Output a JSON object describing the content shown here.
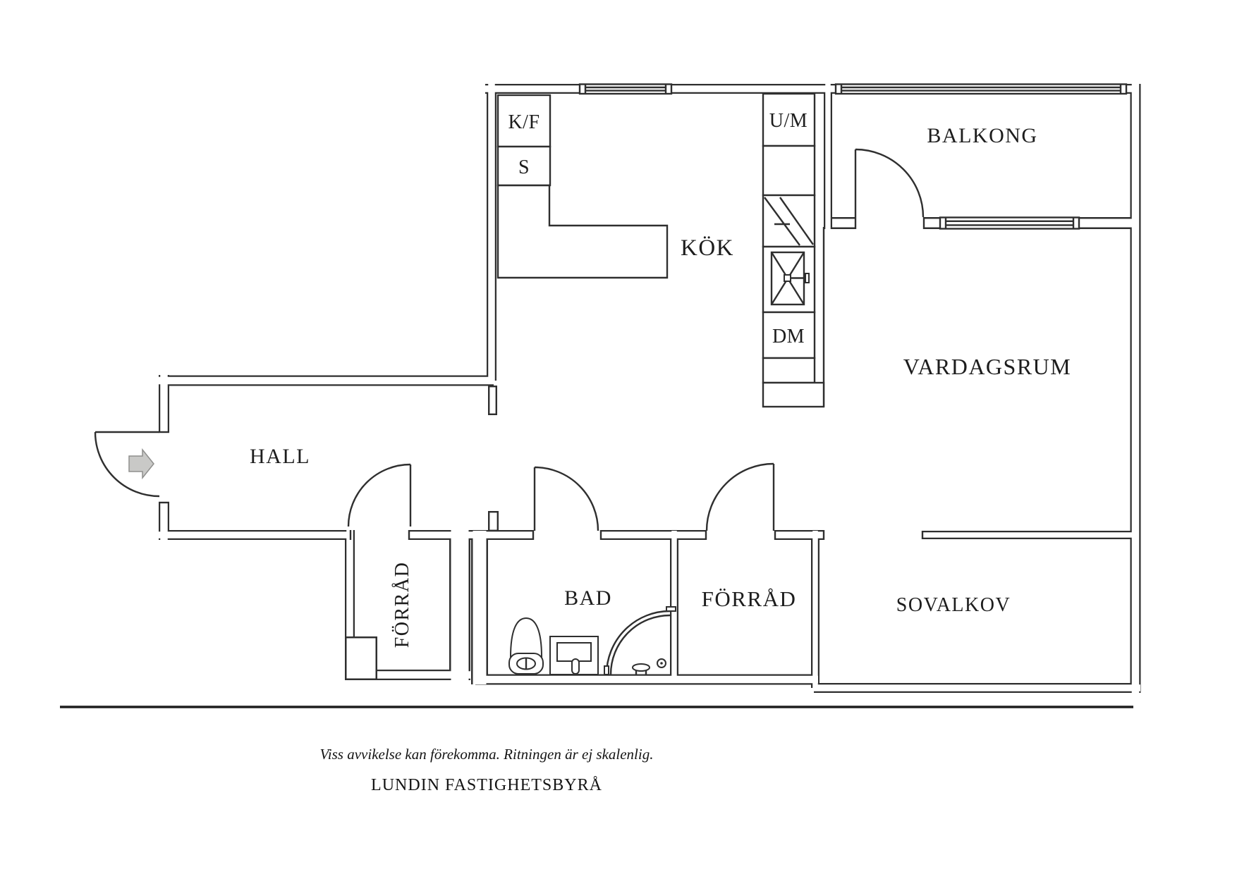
{
  "page": {
    "background": "#ffffff",
    "line_color": "#2f2f2f",
    "arrow_fill": "#c9c9c7",
    "arrow_stroke": "#8f8f8d"
  },
  "rooms": {
    "kok": {
      "label": "KÖK"
    },
    "balkong": {
      "label": "BALKONG"
    },
    "vardagsrum": {
      "label": "VARDAGSRUM"
    },
    "hall": {
      "label": "HALL"
    },
    "forrad_hall": {
      "label": "FÖRRÅD"
    },
    "bad": {
      "label": "BAD"
    },
    "forrad_inner": {
      "label": "FÖRRÅD"
    },
    "sovalkov": {
      "label": "SOVALKOV"
    }
  },
  "appliances": {
    "kf": {
      "label": "K/F"
    },
    "s": {
      "label": "S"
    },
    "um": {
      "label": "U/M"
    },
    "dm": {
      "label": "DM"
    }
  },
  "icons": [
    "entry-arrow-icon",
    "door-arc-icon",
    "window-icon",
    "toilet-icon",
    "washbasin-icon",
    "shower-corner-icon",
    "kitchen-sink-icon",
    "hatch-symbol-icon"
  ],
  "footer": {
    "disclaimer": "Viss avvikelse kan förekomma. Ritningen är ej skalenlig.",
    "brand": "LUNDIN FASTIGHETSBYRÅ"
  }
}
